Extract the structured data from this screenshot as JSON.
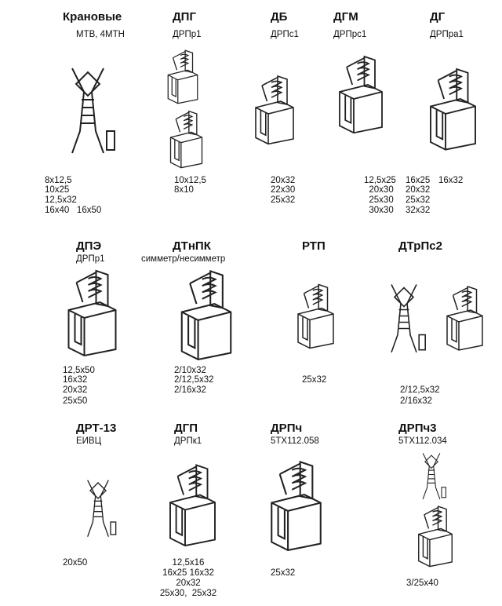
{
  "items": [
    {
      "title": "Крановые",
      "subtitle": "МТВ, 4МТН",
      "sizes": [
        "8x12,5",
        "10x25",
        "12,5x32",
        "16x40   16x50"
      ]
    },
    {
      "title": "ДПГ",
      "subtitle": "ДРПр1",
      "sizes": [
        "10x12,5",
        "8x10"
      ]
    },
    {
      "title": "ДБ",
      "subtitle": "ДРПс1",
      "sizes": [
        "20x32",
        "22x30",
        "25x32"
      ]
    },
    {
      "title": "ДГМ",
      "subtitle": "ДРПрс1",
      "sizes": [
        "12,5x25",
        "  20x30",
        "  25x30",
        "  30x30"
      ]
    },
    {
      "title": "ДГ",
      "subtitle": "ДРПра1",
      "sizes": [
        "16x25",
        "20x32",
        "25x32",
        "32x32"
      ],
      "extra": "16x32"
    },
    {
      "title": "ДПЭ",
      "subtitle": "ДРПр1",
      "sizes": [
        "12,5x50",
        "16x32",
        "20x32",
        "25x50"
      ]
    },
    {
      "title": "ДТнПК",
      "subtitle": "симметр/несимметр",
      "sizes": [
        "2/10x32",
        "2/12,5x32",
        "2/16x32"
      ]
    },
    {
      "title": "РТП",
      "sizes": [
        "25x32"
      ]
    },
    {
      "title": "ДТрПс2",
      "sizes": [
        "2/12,5x32",
        "2/16x32"
      ]
    },
    {
      "title": "ДРТ-13",
      "subtitle": "ЕИВЦ",
      "sizes": [
        "20x50"
      ]
    },
    {
      "title": "ДГП",
      "subtitle": "ДРПк1",
      "sizes": [
        "12,5x16",
        "16x25 16x32",
        "20x32",
        "25x30,  25x32"
      ]
    },
    {
      "title": "ДРПч",
      "subtitle": "5ТХ112.058",
      "sizes": [
        "25x32"
      ]
    },
    {
      "title": "ДРПч3",
      "subtitle": "5ТХ112.034",
      "sizes": [
        "3/25x40"
      ]
    }
  ]
}
